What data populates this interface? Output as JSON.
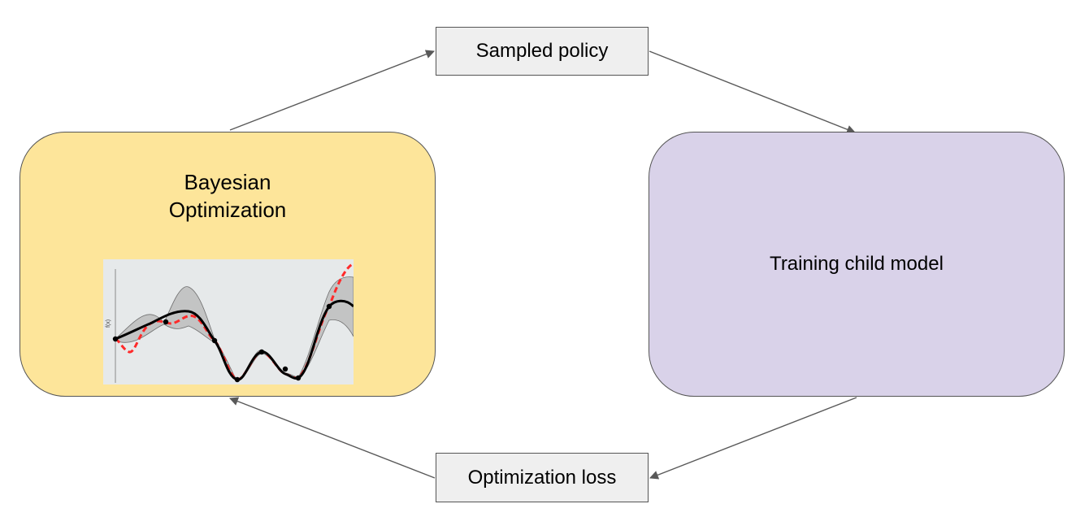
{
  "nodes": {
    "bayesian": {
      "line1": "Bayesian",
      "line2": "Optimization"
    },
    "training": {
      "label": "Training child model"
    },
    "sampled_policy": {
      "label": "Sampled policy"
    },
    "optimization_loss": {
      "label": "Optimization loss"
    }
  },
  "thumbnail": {
    "y_axis_label": "f(x)"
  },
  "colors": {
    "bayesian_fill": "#fde59a",
    "training_fill": "#d9d2e9",
    "label_box_fill": "#efefef",
    "edge": "#595959",
    "objective_curve": "#ff2a2a",
    "posterior_mean": "#000000"
  },
  "edges": [
    {
      "from": "Bayesian Optimization",
      "to": "Sampled policy"
    },
    {
      "from": "Sampled policy",
      "to": "Training child model"
    },
    {
      "from": "Training child model",
      "to": "Optimization loss"
    },
    {
      "from": "Optimization loss",
      "to": "Bayesian Optimization"
    }
  ]
}
